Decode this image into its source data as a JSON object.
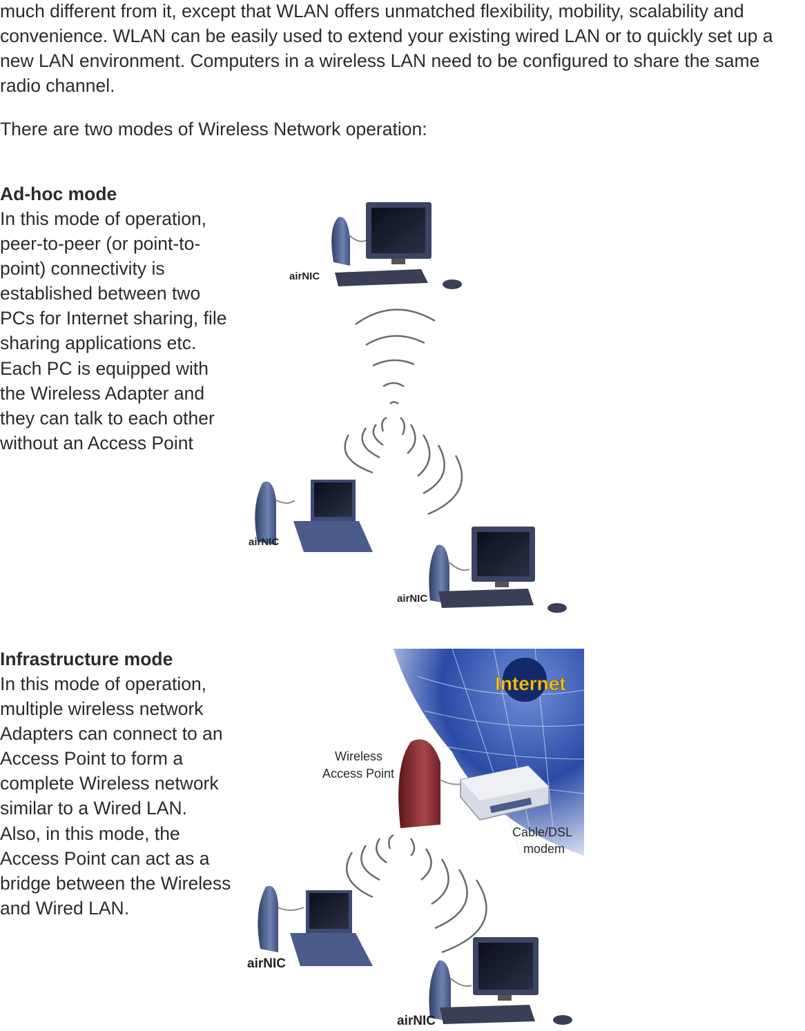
{
  "intro": {
    "text": "much different from it, except that WLAN offers unmatched flexibility, mobility, scalability and convenience. WLAN can be easily used to extend your existing wired LAN or to quickly set up a new LAN environment. Computers in a wireless LAN need to be configured to share the same radio channel."
  },
  "modes_intro": "There are two modes of Wireless Network operation:",
  "adhoc": {
    "title": "Ad-hoc mode",
    "body": "In this mode of operation, peer-to-peer (or point-to-point) connectivity is established between two PCs for Internet sharing, file sharing applications etc. Each PC is equipped with the Wireless Adapter and they can talk to each other without an Access Point",
    "figure_labels": [
      "airNIC",
      "airNIC",
      "airNIC"
    ]
  },
  "infrastructure": {
    "title": "Infrastructure mode",
    "body": "In this mode of operation, multiple wireless network Adapters can connect to an Access Point to form a complete Wireless network similar to a Wired LAN. Also, in this mode, the Access Point can act as a bridge between the Wireless and Wired LAN.",
    "figure_labels": {
      "internet": "Internet",
      "access_point_line1": "Wireless",
      "access_point_line2": "Access Point",
      "modem_line1": "Cable/DSL",
      "modem_line2": "modem",
      "nic_laptop": "airNIC",
      "nic_desktop": "airNIC"
    }
  },
  "colors": {
    "text": "#2b2b2b",
    "adapter_blue": "#5b6f9c",
    "access_point_red": "#8e2f33",
    "internet_sky": "#1e3a8c",
    "internet_text": "#f2c230"
  }
}
